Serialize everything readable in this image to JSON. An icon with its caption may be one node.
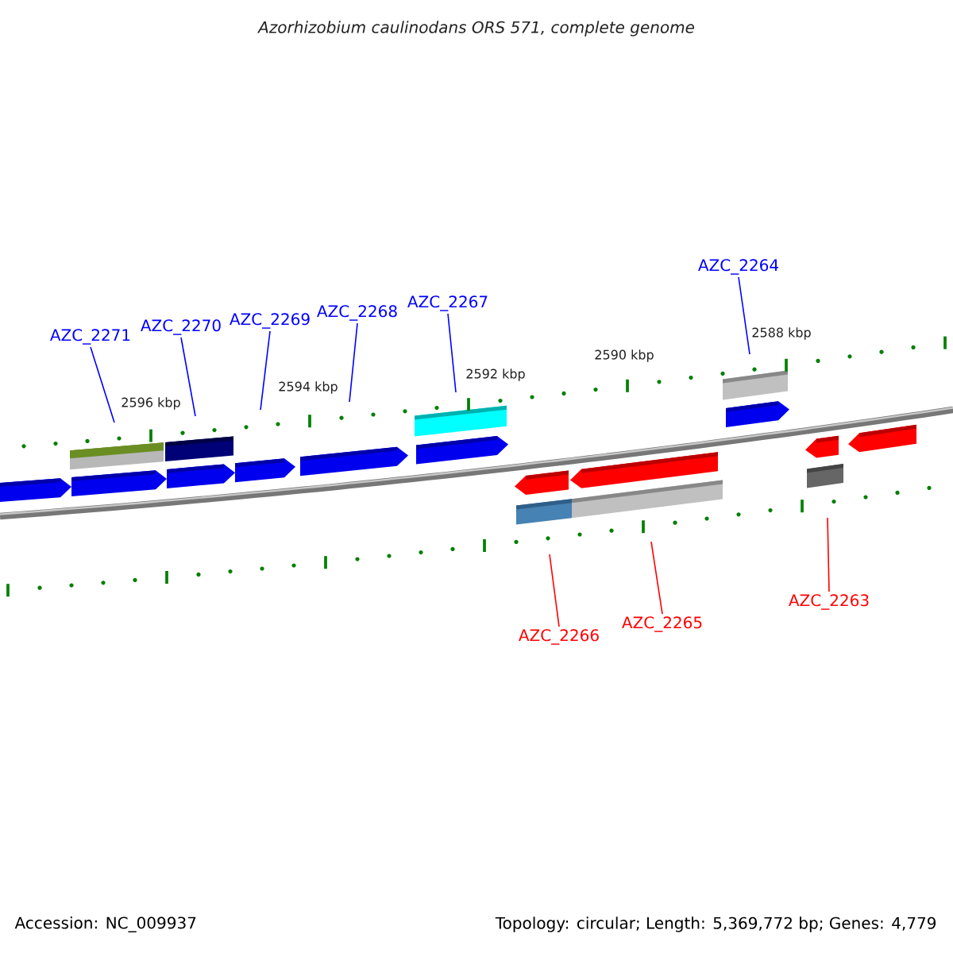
{
  "diagram": {
    "title": "Azorhizobium caulinodans ORS 571, complete genome",
    "nodes": [
      {
        "text": [
          "AZC_2271"
        ]
      },
      {
        "text": [
          "AZC_2270"
        ]
      },
      {
        "text": [
          "AZC_2269"
        ]
      },
      {
        "text": [
          "AZC_2268"
        ]
      },
      {
        "text": [
          "AZC_2267"
        ]
      },
      {
        "text": [
          "AZC_2264"
        ]
      },
      {
        "text": [
          "AZC_2266"
        ]
      },
      {
        "text": [
          "AZC_2265"
        ]
      },
      {
        "text": [
          "AZC_2263"
        ]
      }
    ],
    "edges": [
      {
        "from": 0,
        "to": null,
        "arrow": "none"
      },
      {
        "from": 1,
        "to": null,
        "arrow": "none"
      },
      {
        "from": 2,
        "to": null,
        "arrow": "none"
      },
      {
        "from": 3,
        "to": null,
        "arrow": "none"
      },
      {
        "from": 4,
        "to": null,
        "arrow": "none"
      },
      {
        "from": 5,
        "to": null,
        "arrow": "none"
      },
      {
        "from": 6,
        "to": null,
        "arrow": "none",
        "color": "#ff0000"
      },
      {
        "from": 7,
        "to": null,
        "arrow": "none",
        "color": "#ff0000"
      },
      {
        "from": 8,
        "to": null,
        "arrow": "none",
        "color": "#ff0000"
      }
    ],
    "labels": [
      "2596 kbp",
      "2594 kbp",
      "2592 kbp",
      "2590 kbp",
      "2588 kbp",
      "Accession: NC_009937",
      "Topology: circular; Length: 5,369,772 bp; Genes: 4,779"
    ]
  }
}
